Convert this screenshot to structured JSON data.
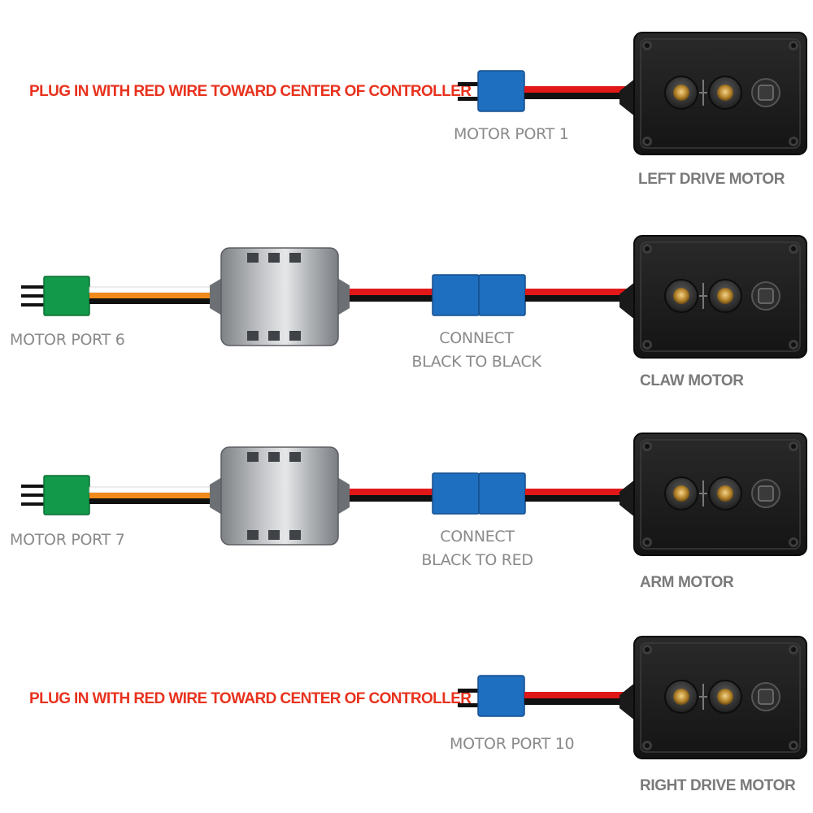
{
  "colors": {
    "instruction": "#e8321e",
    "port_label": "#8a8a8a",
    "motor_label": "#7a7a7a",
    "connector_blue": "#1f6fc0",
    "connector_green": "#12994a",
    "wire_red": "#e01818",
    "wire_black": "#111111",
    "wire_orange": "#f08a1a",
    "wire_white": "#ffffff",
    "motor_body": "#1b1b1b",
    "controller_gray": "#9fa2a6"
  },
  "rows": [
    {
      "instruction": "PLUG IN WITH RED WIRE TOWARD CENTER OF CONTROLLER",
      "port_label": "MOTOR PORT 1",
      "motor_label": "LEFT DRIVE MOTOR"
    },
    {
      "port_label": "MOTOR PORT 6",
      "connect_line1": "CONNECT",
      "connect_line2": "BLACK TO BLACK",
      "motor_label": "CLAW MOTOR"
    },
    {
      "port_label": "MOTOR PORT 7",
      "connect_line1": "CONNECT",
      "connect_line2": "BLACK TO RED",
      "motor_label": "ARM MOTOR"
    },
    {
      "instruction": "PLUG IN WITH RED WIRE TOWARD CENTER OF CONTROLLER",
      "port_label": "MOTOR PORT 10",
      "motor_label": "RIGHT DRIVE MOTOR"
    }
  ]
}
